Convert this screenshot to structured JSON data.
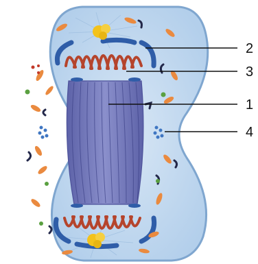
{
  "labels": [
    {
      "id": "2",
      "text": "2",
      "target": "nuclear-envelope-fragment"
    },
    {
      "id": "3",
      "text": "3",
      "target": "chromosome-group"
    },
    {
      "id": "1",
      "text": "1",
      "target": "spindle-fibers"
    },
    {
      "id": "4",
      "text": "4",
      "target": "cytoplasmic-vesicles"
    }
  ],
  "colors": {
    "background": "#ffffff",
    "cytoplasm": "#c4daf0",
    "membrane": "#8fb5da",
    "spindle": "#7378b8",
    "spindle_dark": "#4d529a",
    "chromosomes": "#b5442c",
    "nuclear_envelope": "#2f5da8",
    "centrosome": "#f3c21b",
    "orange_organelle": "#ea8a3f",
    "dark_organelle": "#23284a",
    "green_dot": "#5aa040",
    "red_dot": "#c23a2a",
    "leader_line": "#111111"
  }
}
